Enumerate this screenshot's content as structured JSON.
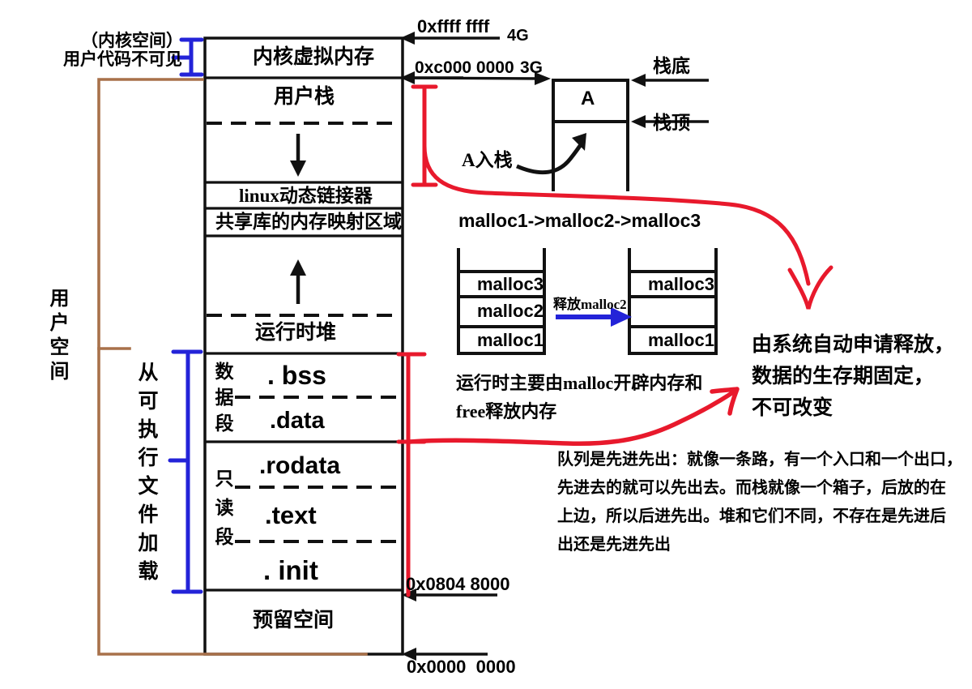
{
  "diagram": {
    "title_semantic": "linux-process-virtual-memory-layout",
    "colors": {
      "ink": "#111111",
      "red": "#e8192c",
      "blue": "#2323d8",
      "brown": "#a8714a"
    }
  },
  "left_labels": {
    "kernel_note_line1": "（内核空间）",
    "kernel_note_line2": "用户代码不可见",
    "user_space": "用户空间",
    "loaded_from_exe": "从可执行文件加载"
  },
  "memory_map": {
    "regions": [
      {
        "id": "kernel-virtual-memory",
        "label": "内核虚拟内存"
      },
      {
        "id": "user-stack",
        "label": "用户栈"
      },
      {
        "id": "stack-grow-gap",
        "label": ""
      },
      {
        "id": "linux-dynamic-linker",
        "label": "linux动态链接器"
      },
      {
        "id": "shared-lib-mmap",
        "label": "共享库的内存映射区域"
      },
      {
        "id": "heap-grow-gap",
        "label": ""
      },
      {
        "id": "runtime-heap",
        "label": "运行时堆"
      },
      {
        "id": "bss",
        "label": ". bss"
      },
      {
        "id": "data",
        "label": ".data"
      },
      {
        "id": "rodata",
        "label": ".rodata"
      },
      {
        "id": "text",
        "label": ".text"
      },
      {
        "id": "init",
        "label": ". init"
      },
      {
        "id": "reserved",
        "label": "预留空间"
      }
    ],
    "group_labels": {
      "data_segment": "数据段",
      "readonly_segment": "只读段"
    }
  },
  "addresses": {
    "top": "0xffff ffff",
    "top_size": "4G",
    "kernel_boundary": "0xc000 0000",
    "kernel_boundary_size": "3G",
    "text_start": "0x0804 8000",
    "bottom": "0x0000  0000"
  },
  "stack_demo": {
    "frame_label": "A",
    "stack_bottom": "栈底",
    "stack_top": "栈顶",
    "push_label": "A入栈"
  },
  "heap_demo": {
    "sequence": "malloc1->malloc2->malloc3",
    "left_stack": [
      "malloc3",
      "malloc2",
      "malloc1"
    ],
    "right_stack": [
      "malloc3",
      "",
      "malloc1"
    ],
    "arrow_label": "释放malloc2",
    "caption_line1": "运行时主要由malloc开辟内存和",
    "caption_line2": "free释放内存"
  },
  "annotations": {
    "static_note_line1": "由系统自动申请释放，",
    "static_note_line2": "数据的生存期固定，",
    "static_note_line3": "不可改变",
    "fifo_note_line1": "队列是先进先出：就像一条路，有一个入口和一个出口，",
    "fifo_note_line2": "先进去的就可以先出去。而栈就像一个箱子，后放的在",
    "fifo_note_line3": "上边，所以后进先出。堆和它们不同，不存在是先进后",
    "fifo_note_line4": "出还是先进先出"
  }
}
